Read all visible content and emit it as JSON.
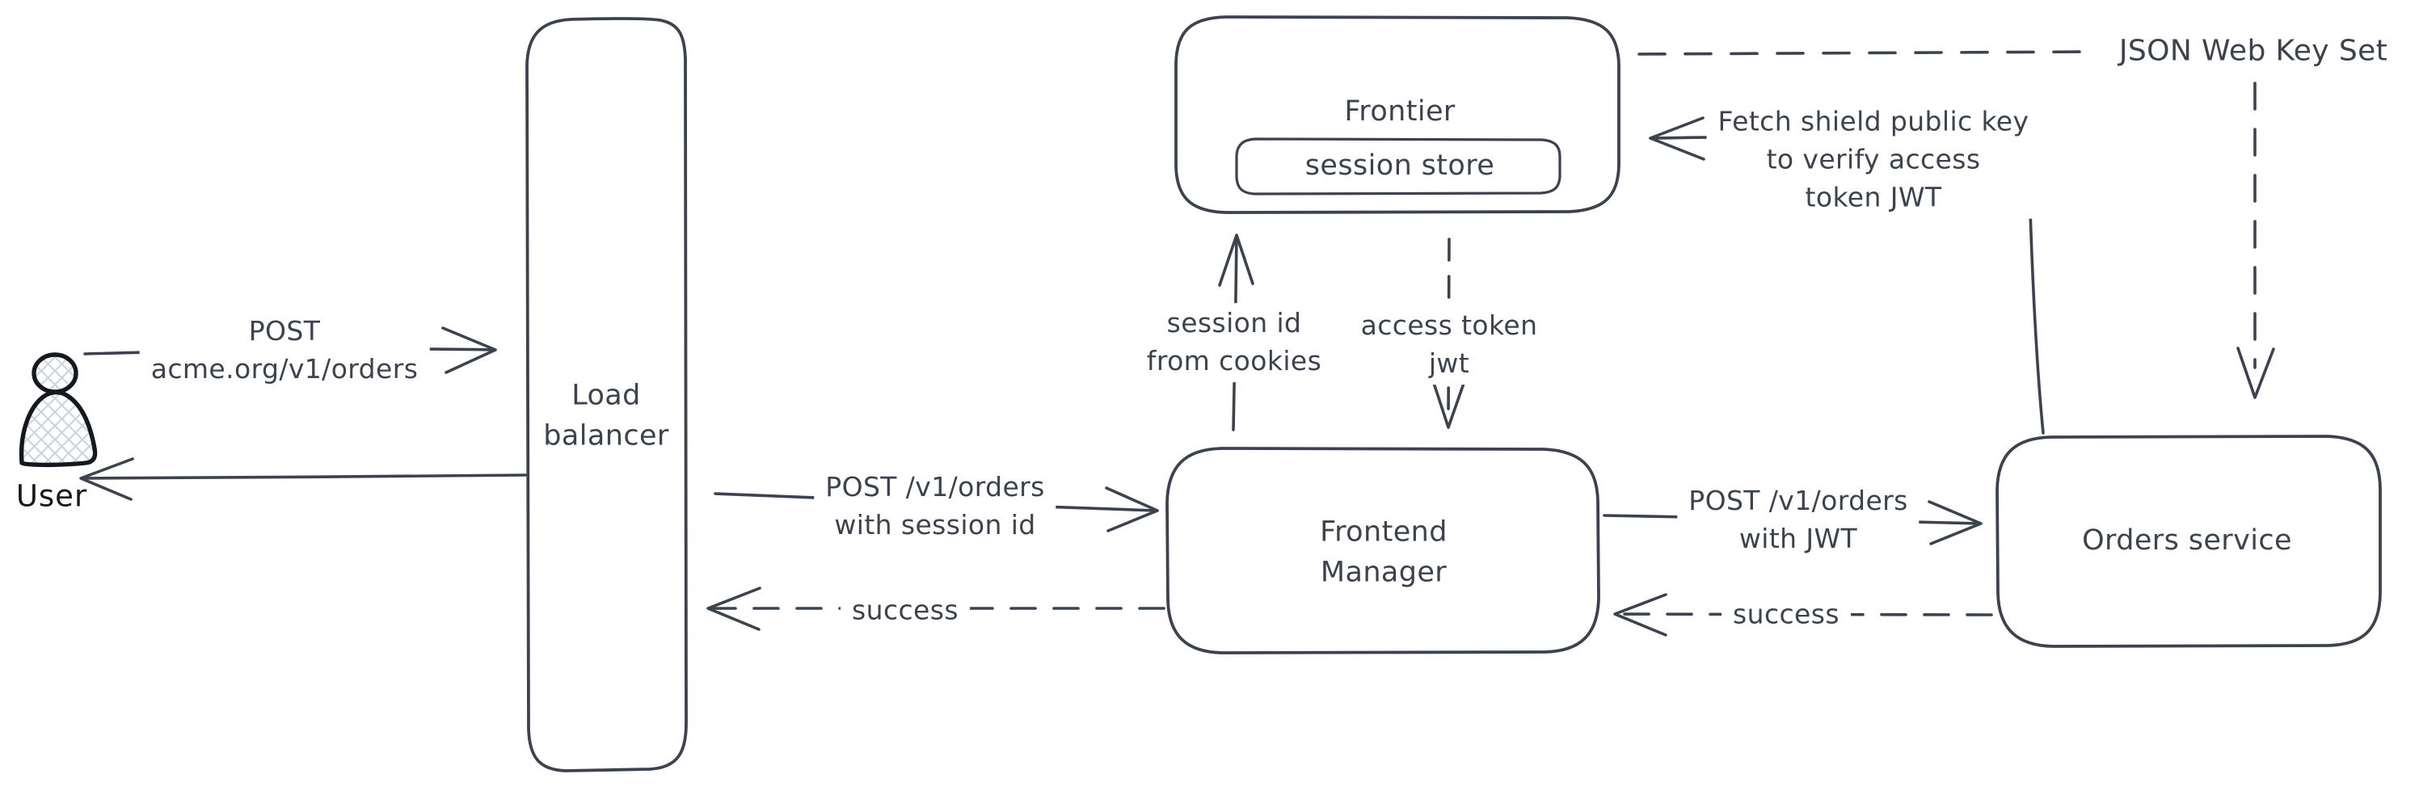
{
  "colors": {
    "stroke": "#3c434e",
    "user_stroke": "#15181c",
    "hatch_fill": "#ccd5df",
    "background": "#ffffff"
  },
  "nodes": {
    "user": {
      "label": "User"
    },
    "load_balancer": {
      "line1": "Load",
      "line2": "balancer"
    },
    "frontier": {
      "label": "Frontier"
    },
    "session_store": {
      "label": "session store"
    },
    "frontend_manager": {
      "line1": "Frontend",
      "line2": "Manager"
    },
    "orders_service": {
      "label": "Orders service"
    }
  },
  "edges": {
    "user_to_lb": {
      "line1": "POST",
      "line2": "acme.org/v1/orders"
    },
    "lb_to_fm": {
      "line1": "POST /v1/orders",
      "line2": "with session id"
    },
    "fm_to_lb_success": {
      "label": "success"
    },
    "fm_to_frontier": {
      "line1": "session id",
      "line2": "from cookies"
    },
    "frontier_to_fm": {
      "line1": "access token",
      "line2": "jwt"
    },
    "fm_to_orders": {
      "line1": "POST /v1/orders",
      "line2": "with JWT"
    },
    "orders_to_fm_success": {
      "label": "success"
    },
    "orders_to_frontier": {
      "line1": "Fetch shield public key",
      "line2": "to verify access",
      "line3": "token JWT"
    },
    "jwks": {
      "label": "JSON Web Key Set"
    }
  }
}
